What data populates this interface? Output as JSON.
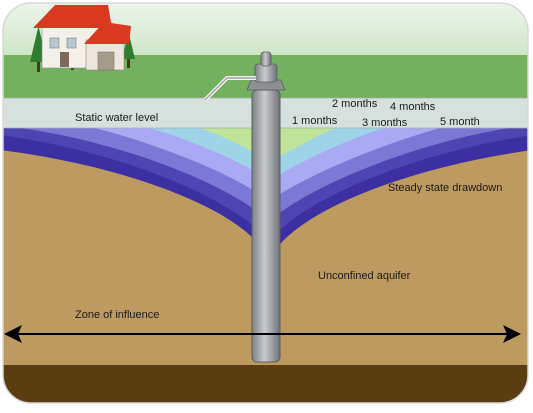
{
  "labels": {
    "static_water_level": "Static water level",
    "drawdown_1": "1 months",
    "drawdown_2": "2 months",
    "drawdown_3": "3 months",
    "drawdown_4": "4 months",
    "drawdown_5": "5 month",
    "steady_state": "Steady state drawdown",
    "aquifer": "Unconfined aquifer",
    "zone": "Zone of influence"
  },
  "colors": {
    "sky_top": "#e3f0e1",
    "grass": "#73b15f",
    "water_level_band": "#d6e0dc",
    "soil": "#bd9a60",
    "bedrock": "#5b3d12",
    "cone_1": "#bfe49a",
    "cone_2": "#9fd3e8",
    "cone_3": "#a9aaf3",
    "cone_4": "#7b78d6",
    "cone_5": "#4e44b2",
    "cone_steady": "#3c2fa2",
    "pipe": "#a7aaad",
    "roof": "#d9391e",
    "tree": "#2f7d2e"
  }
}
